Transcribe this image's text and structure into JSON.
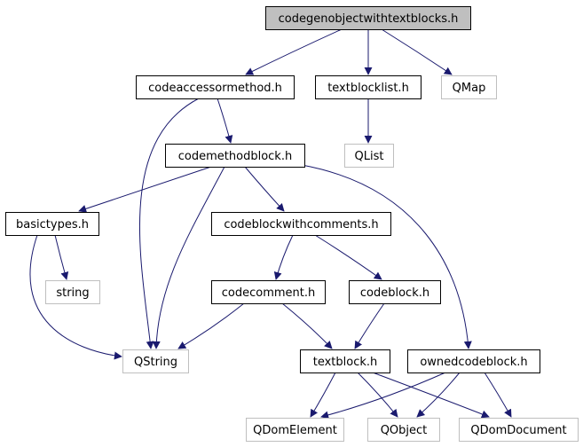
{
  "diagram": {
    "type": "include-dependency-graph",
    "colors": {
      "edge": "#1a1a6e",
      "node_border_strong": "#000000",
      "node_border_light": "#bfbfbf",
      "node_text_strong": "#000000",
      "node_text_light": "#000000",
      "root_fill": "#bfbfbf",
      "node_fill": "#ffffff"
    },
    "nodes": [
      {
        "id": "root",
        "label": "codegenobjectwithtextblocks.h",
        "style": "root"
      },
      {
        "id": "cam",
        "label": "codeaccessormethod.h",
        "style": "normal"
      },
      {
        "id": "tbl",
        "label": "textblocklist.h",
        "style": "normal"
      },
      {
        "id": "qmap",
        "label": "QMap",
        "style": "external"
      },
      {
        "id": "cmb",
        "label": "codemethodblock.h",
        "style": "normal"
      },
      {
        "id": "qlist",
        "label": "QList",
        "style": "external"
      },
      {
        "id": "bt",
        "label": "basictypes.h",
        "style": "normal"
      },
      {
        "id": "cbwc",
        "label": "codeblockwithcomments.h",
        "style": "normal"
      },
      {
        "id": "string",
        "label": "string",
        "style": "external"
      },
      {
        "id": "cc",
        "label": "codecomment.h",
        "style": "normal"
      },
      {
        "id": "cb",
        "label": "codeblock.h",
        "style": "normal"
      },
      {
        "id": "qstring",
        "label": "QString",
        "style": "external"
      },
      {
        "id": "tb",
        "label": "textblock.h",
        "style": "normal"
      },
      {
        "id": "ocb",
        "label": "ownedcodeblock.h",
        "style": "normal"
      },
      {
        "id": "qde",
        "label": "QDomElement",
        "style": "external"
      },
      {
        "id": "qobj",
        "label": "QObject",
        "style": "external"
      },
      {
        "id": "qdd",
        "label": "QDomDocument",
        "style": "external"
      }
    ],
    "edges": [
      {
        "from": "root",
        "to": "cam"
      },
      {
        "from": "root",
        "to": "tbl"
      },
      {
        "from": "root",
        "to": "qmap"
      },
      {
        "from": "cam",
        "to": "cmb"
      },
      {
        "from": "cam",
        "to": "qstring"
      },
      {
        "from": "tbl",
        "to": "qlist"
      },
      {
        "from": "cmb",
        "to": "bt"
      },
      {
        "from": "cmb",
        "to": "cbwc"
      },
      {
        "from": "cmb",
        "to": "qstring"
      },
      {
        "from": "cmb",
        "to": "ocb"
      },
      {
        "from": "bt",
        "to": "string"
      },
      {
        "from": "bt",
        "to": "qstring"
      },
      {
        "from": "cbwc",
        "to": "cc"
      },
      {
        "from": "cbwc",
        "to": "cb"
      },
      {
        "from": "cc",
        "to": "qstring"
      },
      {
        "from": "cc",
        "to": "tb"
      },
      {
        "from": "cb",
        "to": "tb"
      },
      {
        "from": "tb",
        "to": "qde"
      },
      {
        "from": "tb",
        "to": "qobj"
      },
      {
        "from": "tb",
        "to": "qdd"
      },
      {
        "from": "ocb",
        "to": "qde"
      },
      {
        "from": "ocb",
        "to": "qobj"
      },
      {
        "from": "ocb",
        "to": "qdd"
      }
    ]
  }
}
